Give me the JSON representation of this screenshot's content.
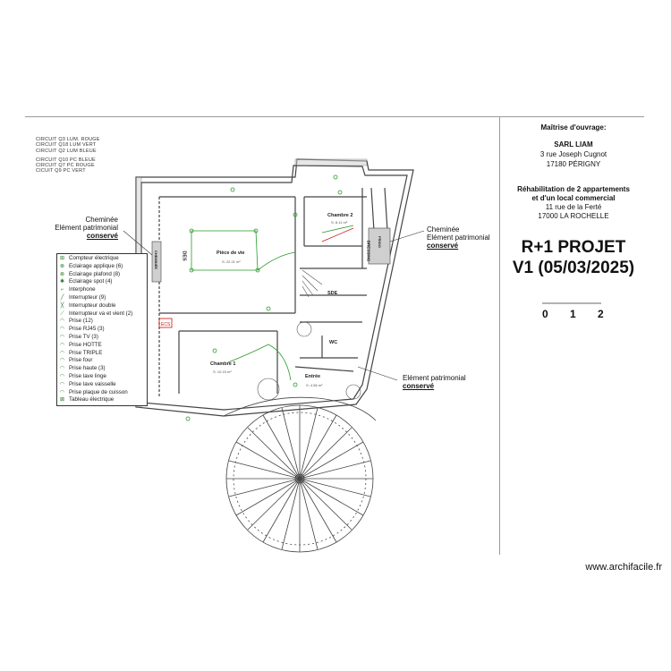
{
  "title_block": {
    "owner_label": "Maîtrise d'ouvrage:",
    "company": "SARL LIAM",
    "address1": "3 rue Joseph Cugnot",
    "city1": "17180 PÉRIGNY",
    "project_line1": "Réhabilitation de 2 appartements",
    "project_line2": "et d'un local commercial",
    "address2": "11 rue de la Ferté",
    "city2": "17000 LA ROCHELLE",
    "heading1": "R+1 PROJET",
    "heading2": "V1 (05/03/2025)",
    "scale": [
      "0",
      "1",
      "2"
    ]
  },
  "circuits": [
    "CIRCUIT Q3 LUM. ROUGE",
    "CIRCUIT Q18 LUM VERT",
    "CIRCUIT Q2 LUM BLEUE",
    "CIRCUIT Q10 PC BLEUE",
    "CIRCUIT Q7 PC ROUGE",
    "CICUIT Q9 PC VERT"
  ],
  "legend": [
    {
      "icon": "electric-meter-icon",
      "glyph": "⊞",
      "label": "Compteur électrique"
    },
    {
      "icon": "wall-light-icon",
      "glyph": "⊗",
      "label": "Eclairage applique (6)"
    },
    {
      "icon": "ceiling-light-icon",
      "glyph": "⊗",
      "label": "Eclairage plafond (8)"
    },
    {
      "icon": "spot-light-icon",
      "glyph": "✱",
      "label": "Eclairage spot (4)"
    },
    {
      "icon": "intercom-icon",
      "glyph": "⌐",
      "label": "Interphone"
    },
    {
      "icon": "switch-icon",
      "glyph": "╱",
      "label": "Interrupteur (9)"
    },
    {
      "icon": "double-switch-icon",
      "glyph": "╳",
      "label": "Interrupteur double"
    },
    {
      "icon": "two-way-switch-icon",
      "glyph": "⟋",
      "label": "Interrupteur va et vient (2)"
    },
    {
      "icon": "socket-icon",
      "glyph": "◠",
      "label": "Prise (12)"
    },
    {
      "icon": "rj45-socket-icon",
      "glyph": "◠",
      "label": "Prise  RJ45 (3)"
    },
    {
      "icon": "tv-socket-icon",
      "glyph": "◠",
      "label": "Prise  TV (3)"
    },
    {
      "icon": "hood-socket-icon",
      "glyph": "◠",
      "label": "Prise HOTTE"
    },
    {
      "icon": "triple-socket-icon",
      "glyph": "◠",
      "label": "Prise TRIPLE"
    },
    {
      "icon": "oven-socket-icon",
      "glyph": "◠",
      "label": "Prise four"
    },
    {
      "icon": "high-socket-icon",
      "glyph": "◠",
      "label": "Prise haute (3)"
    },
    {
      "icon": "washer-socket-icon",
      "glyph": "◠",
      "label": "Prise lave linge"
    },
    {
      "icon": "dishwasher-socket-icon",
      "glyph": "◠",
      "label": "Prise lave vaisselle"
    },
    {
      "icon": "hob-socket-icon",
      "glyph": "◠",
      "label": "Prise plaque de cuisson"
    },
    {
      "icon": "panel-icon",
      "glyph": "⊠",
      "label": "Tableau électrique"
    }
  ],
  "annotations": {
    "left_chimney": [
      "Cheminée",
      "Elément patrimonial"
    ],
    "left_chimney_kept": "conservé",
    "right_chimney": [
      "Cheminée",
      "Elément patrimonial"
    ],
    "right_chimney_kept": "conservé",
    "right_element": [
      "Elément patrimonial"
    ],
    "right_element_kept": "conservé"
  },
  "rooms": {
    "living": "Pièce de vie",
    "living_area": "S: 22.21 m²",
    "bedroom1": "Chambre 1",
    "bedroom1_area": "S: 10.15 m²",
    "bedroom2": "Chambre 2",
    "bedroom2_area": "S: 8.11 m²",
    "entry": "Entrée",
    "entry_area": "S: 4.56 m²",
    "sde": "SDE",
    "wc": "WC",
    "des": "DES",
    "dressing": "DRESSING",
    "chimney_label": "CHEMINÉE",
    "fridge": "FRIGO"
  },
  "website": "www.archifacile.fr",
  "colors": {
    "lines": "#9a9a9a",
    "walls": "#444444",
    "circuit_green": "#2a9a2a",
    "red_marker": "#d01010"
  }
}
